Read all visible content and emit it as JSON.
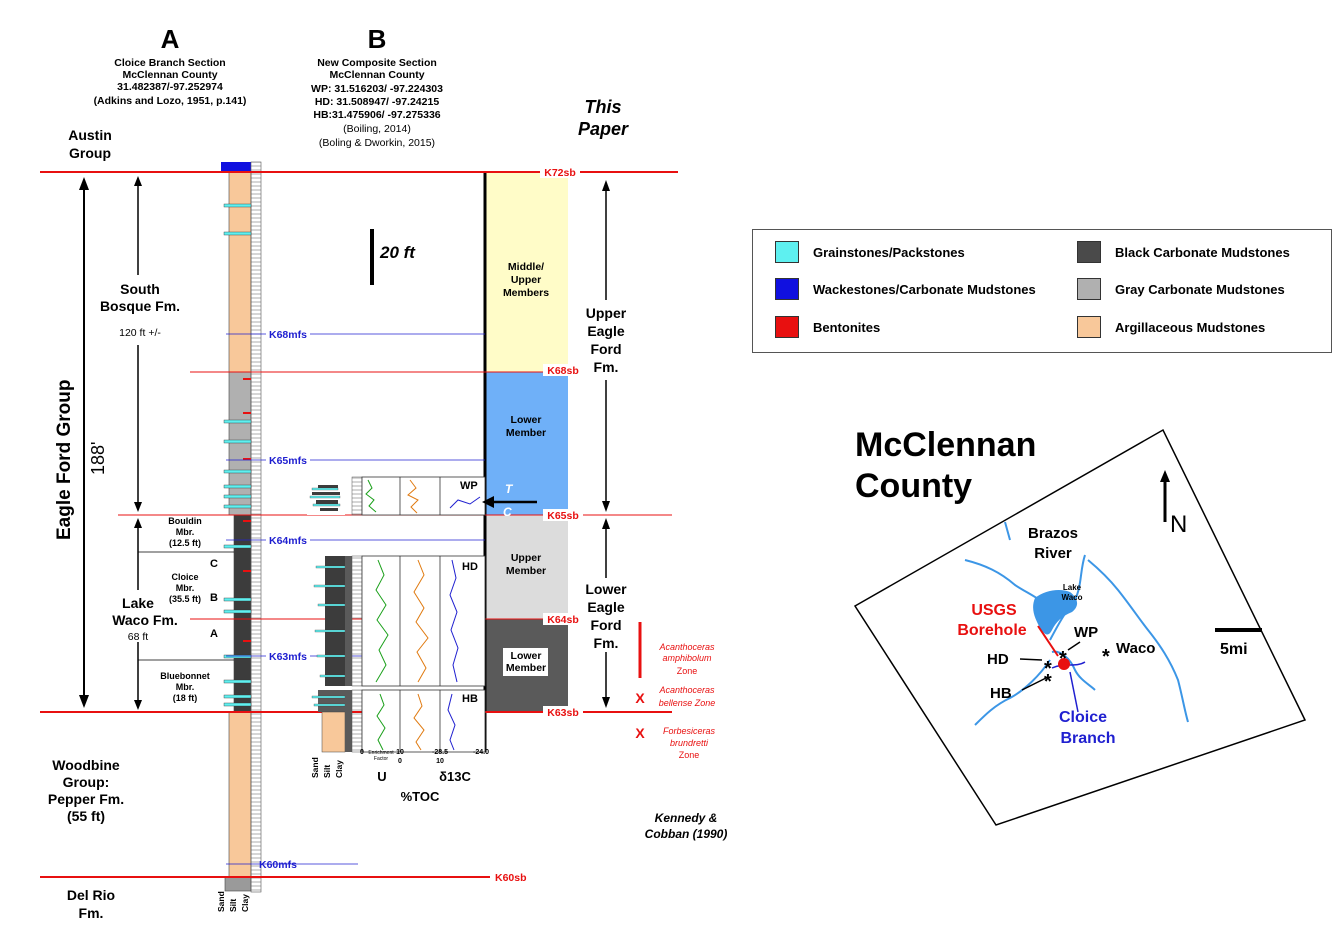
{
  "column_a": {
    "letter": "A",
    "title": "Cloice Branch Section",
    "county": "McClennan County",
    "coords": "31.482387/-97.252974",
    "citation": "(Adkins and Lozo, 1951, p.141)"
  },
  "column_b": {
    "letter": "B",
    "title": "New Composite Section",
    "county": "McClennan County",
    "wp": "WP: 31.516203/ -97.224303",
    "hd": "HD: 31.508947/ -97.24215",
    "hb": "HB:31.475906/ -97.275336",
    "cite1": "(Boiling, 2014)",
    "cite2": "(Boling & Dworkin, 2015)"
  },
  "this_paper": [
    "This",
    "Paper"
  ],
  "left_units": {
    "austin": [
      "Austin",
      "Group"
    ],
    "eagle_ford_group": "Eagle Ford Group",
    "thickness_188": "188'",
    "south_bosque": [
      "South",
      "Bosque Fm."
    ],
    "south_bosque_thk": "120 ft +/-",
    "lake_waco": [
      "Lake",
      "Waco Fm."
    ],
    "lake_waco_thk": "68 ft",
    "bouldin": [
      "Bouldin",
      "Mbr.",
      "(12.5 ft)"
    ],
    "cloice": [
      "Cloice",
      "Mbr.",
      "(35.5 ft)"
    ],
    "bluebonnet": [
      "Bluebonnet",
      "Mbr.",
      "(18 ft)"
    ],
    "sub_c": "C",
    "sub_b": "B",
    "sub_a": "A",
    "woodbine": [
      "Woodbine",
      "Group:",
      "Pepper Fm.",
      "(55 ft)"
    ],
    "del_rio": [
      "Del Rio",
      "Fm."
    ]
  },
  "scale_bar": "20 ft",
  "surfaces": {
    "k72sb": "K72sb",
    "k68sb": "K68sb",
    "k65sb": "K65sb",
    "k64sb": "K64sb",
    "k63sb": "K63sb",
    "k60sb": "K60sb",
    "k68mfs": "K68mfs",
    "k65mfs": "K65mfs",
    "k64mfs": "K64mfs",
    "k63mfs": "K63mfs",
    "k60mfs": "K60mfs"
  },
  "members": {
    "middle_upper": [
      "Middle/",
      "Upper",
      "Members"
    ],
    "lower1": [
      "Lower",
      "Member"
    ],
    "upper": [
      "Upper",
      "Member"
    ],
    "lower2": [
      "Lower",
      "Member"
    ]
  },
  "formations_right": {
    "upper_ef": [
      "Upper",
      "Eagle",
      "Ford",
      "Fm."
    ],
    "lower_ef": [
      "Lower",
      "Eagle",
      "Ford",
      "Fm."
    ]
  },
  "wells": {
    "wp": "WP",
    "hd": "HD",
    "hb": "HB",
    "t": "T",
    "c": "C"
  },
  "log_axes": {
    "sand": "Sand",
    "silt": "Silt",
    "clay": "Clay",
    "t0": "0",
    "enrich": "Enrichment",
    "factor": "Factor",
    "t10": "10",
    "t0b": "0",
    "tm285": "-28.5",
    "t10b": "10",
    "tm240": "-24.0",
    "u": "U",
    "d13c": "δ13C",
    "toc": "%TOC"
  },
  "zones": {
    "x": "X",
    "amph": [
      "Acanthoceras",
      "amphibolum",
      "Zone"
    ],
    "bell": [
      "Acanthoceras",
      "bellense Zone"
    ],
    "forb": [
      "Forbesiceras",
      "brundretti",
      "Zone"
    ]
  },
  "kennedy": [
    "Kennedy &",
    "Cobban (1990)"
  ],
  "legend": {
    "items": [
      {
        "label": "Grainstones/Packstones",
        "color": "#5ef0f0"
      },
      {
        "label": "Wackestones/Carbonate Mudstones",
        "color": "#1010e0"
      },
      {
        "label": "Bentonites",
        "color": "#e81010"
      },
      {
        "label": "Black Carbonate Mudstones",
        "color": "#4a4a4a"
      },
      {
        "label": "Gray Carbonate Mudstones",
        "color": "#b0b0b0"
      },
      {
        "label": "Argillaceous Mudstones",
        "color": "#f8c89a"
      }
    ]
  },
  "map": {
    "title": [
      "McClennan",
      "County"
    ],
    "north": "N",
    "brazos": [
      "Brazos",
      "River"
    ],
    "lake": [
      "Lake",
      "Waco"
    ],
    "usgs": [
      "USGS",
      "Borehole"
    ],
    "wp": "WP",
    "hd": "HD",
    "hb": "HB",
    "waco": "Waco",
    "cloice": [
      "Cloice",
      "Branch"
    ],
    "scale": "5mi"
  },
  "colors": {
    "red": "#e81010",
    "blue": "#2020d0",
    "tan": "#f8c89a",
    "yellow": "#fffcc8",
    "lightblue": "#6fb0f8",
    "lightgray": "#dcdcdc",
    "darkgray": "#5a5a5a",
    "river": "#3c96e6"
  }
}
